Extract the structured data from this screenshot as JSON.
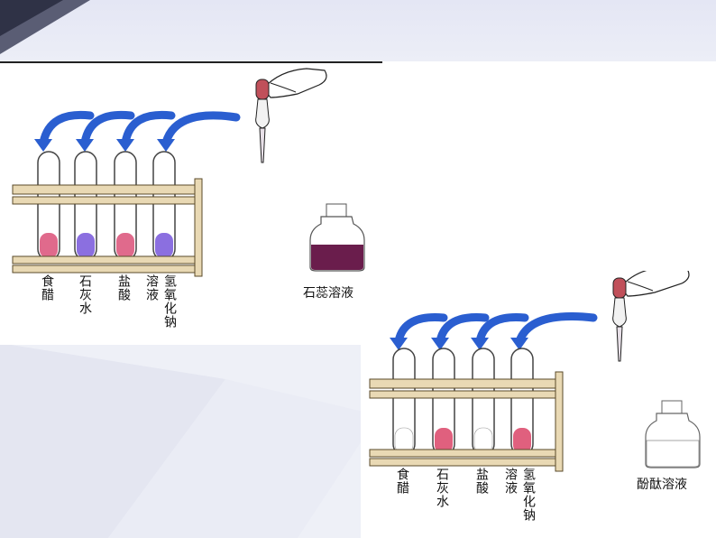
{
  "experiment_litmus": {
    "tube_labels": [
      "食醋",
      "石灰水",
      "盐酸",
      "溶液",
      "氢氧化钠"
    ],
    "tube_colors": [
      "#e06a8c",
      "#8b6fe0",
      "#e06a8c",
      "#8b6fe0"
    ],
    "bottle_label": "石蕊溶液",
    "bottle_liquid_color": "#6a1d4c"
  },
  "experiment_phenolphthalein": {
    "tube_labels": [
      "食醋",
      "石灰水",
      "盐酸",
      "溶液",
      "氢氧化钠"
    ],
    "tube_colors": [
      "#ffffff",
      "#e0607e",
      "#ffffff",
      "#e0607e"
    ],
    "bottle_label": "酚酞溶液",
    "bottle_liquid_color": "#ffffff"
  },
  "colors": {
    "arrow_blue": "#2a5ed0",
    "rack_tan": "#e9d9b4",
    "rack_outline": "#5a4a2a"
  }
}
